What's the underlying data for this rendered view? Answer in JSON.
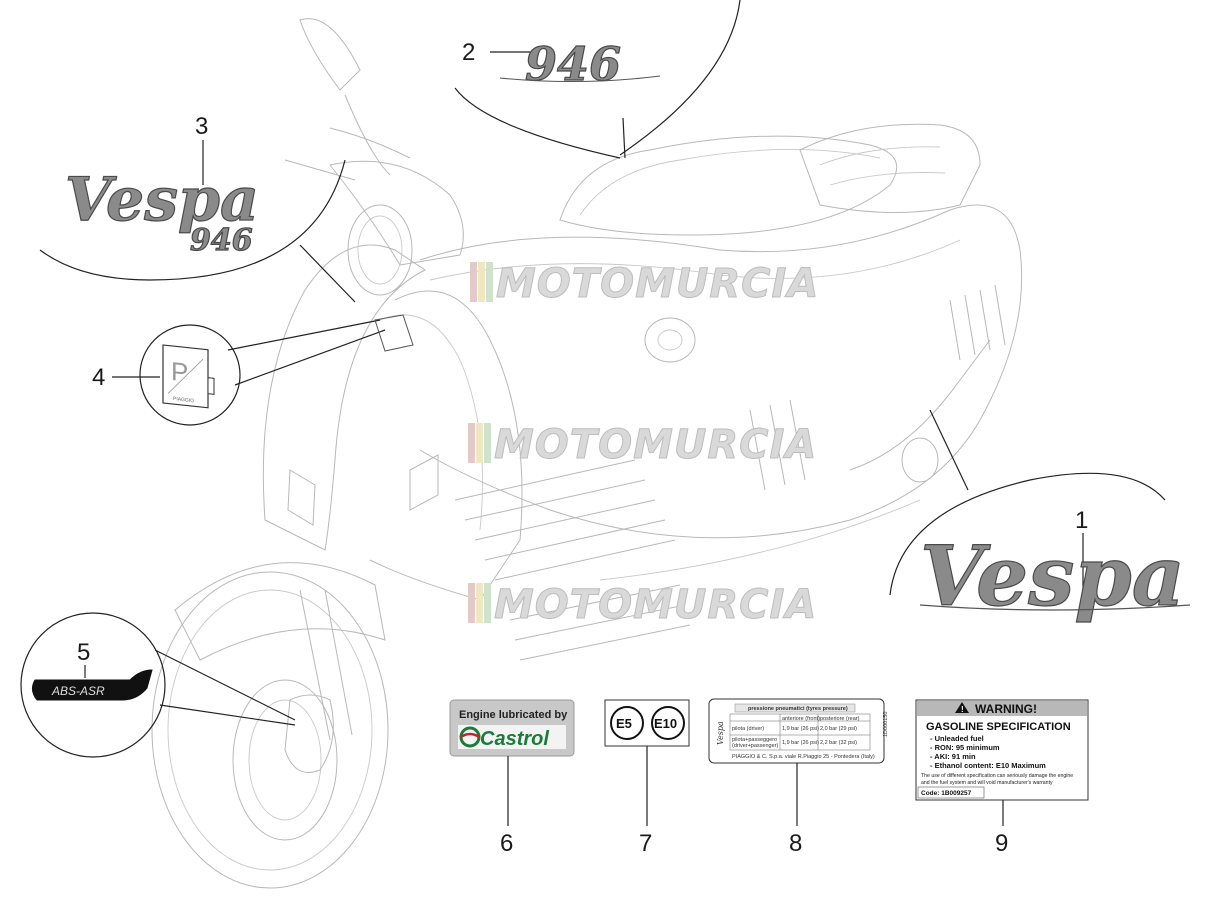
{
  "watermark": "MOTOMURCIA",
  "callouts": {
    "n1": "1",
    "n2": "2",
    "n3": "3",
    "n4": "4",
    "n5": "5",
    "n6": "6",
    "n7": "7",
    "n8": "8",
    "n9": "9"
  },
  "decals": {
    "logo_vespa": "Vespa",
    "logo_946": "946",
    "badge_letter": "P",
    "badge_brand": "PIAGGIO",
    "abs_text": "ABS-ASR",
    "castrol_line1": "Engine lubricated by",
    "castrol_brand": "Castrol",
    "e5": "E5",
    "e10": "E10"
  },
  "tyre_label": {
    "title": "pressione pneumatici (tyres pressure)",
    "col_front": "anteriore (front)",
    "col_rear": "posteriore (rear)",
    "row1_label": "pilota (driver)",
    "row1_front": "1,9 bar (26 psi)",
    "row1_rear": "2,0 bar (29 psi)",
    "row2_label_a": "pilota+passeggero",
    "row2_label_b": "(driver+passenger)",
    "row2_front": "1,9 bar (26 psi)",
    "row2_rear": "2,2 bar (32 psi)",
    "footer": "PIAGGIO & C. S.p.a. viale R.Piaggio 25 - Pontedera (Italy)",
    "side_code": "1D000150"
  },
  "fuel_label": {
    "warning": "WARNING!",
    "heading": "GASOLINE SPECIFICATION",
    "items": [
      "- Unleaded fuel",
      "- RON: 95 minimum",
      "- AKI: 91 min",
      "- Ethanol content: E10 Maximum"
    ],
    "note1": "The use of different specification can seriously damage the engine",
    "note2": "and the fuel system and will void manufacturer's warranty",
    "code": "Code: 1B009257"
  },
  "colors": {
    "watermark_stripe_1": "#e4c9c9",
    "watermark_stripe_2": "#efe7c2",
    "watermark_stripe_3": "#cfe3cc",
    "castrol_badge_bg": "#c8c8c8",
    "castrol_green": "#1b7b3a",
    "castrol_red": "#c8202c",
    "warning_bar": "#b8b8b8"
  }
}
